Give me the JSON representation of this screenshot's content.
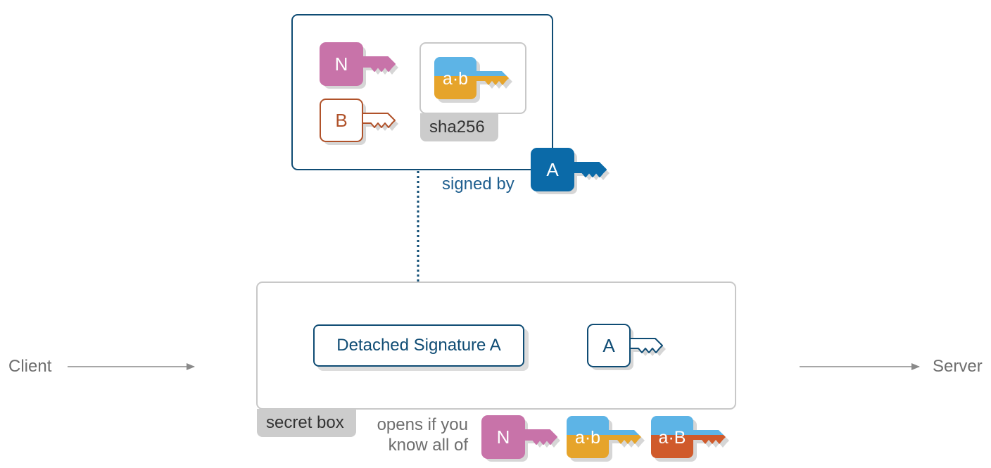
{
  "flow": {
    "left_label": "Client",
    "right_label": "Server"
  },
  "signed_payload": {
    "keys": [
      {
        "letter": "N",
        "style": "solid",
        "color": "#c873a9"
      },
      {
        "letter": "B",
        "style": "outline",
        "color": "#b0522a"
      }
    ],
    "hashed_key": {
      "label": "a·b",
      "top_color": "#5db4e6",
      "bottom_color": "#e6a42b"
    },
    "hash_tag": "sha256",
    "signed_by_label": "signed by",
    "signer_key": {
      "letter": "A",
      "style": "solid",
      "color": "#0b6aa8"
    }
  },
  "secret_box": {
    "tag": "secret box",
    "signature_label": "Detached Signature A",
    "public_key": {
      "letter": "A",
      "style": "outline",
      "color": "#0f4c74"
    },
    "opens_text_line1": "opens if you",
    "opens_text_line2": "know all of",
    "required_keys": [
      {
        "letter": "N",
        "style": "solid",
        "color": "#c873a9"
      },
      {
        "label": "a·b",
        "top_color": "#5db4e6",
        "bottom_color": "#e6a42b"
      },
      {
        "label": "a·B",
        "top_color": "#5db4e6",
        "bottom_color": "#d05a2b"
      }
    ]
  },
  "colors": {
    "dark_blue": "#0f4c74",
    "arrow_gray": "#8a8a8a",
    "frame_gray": "#c8c8c8"
  }
}
